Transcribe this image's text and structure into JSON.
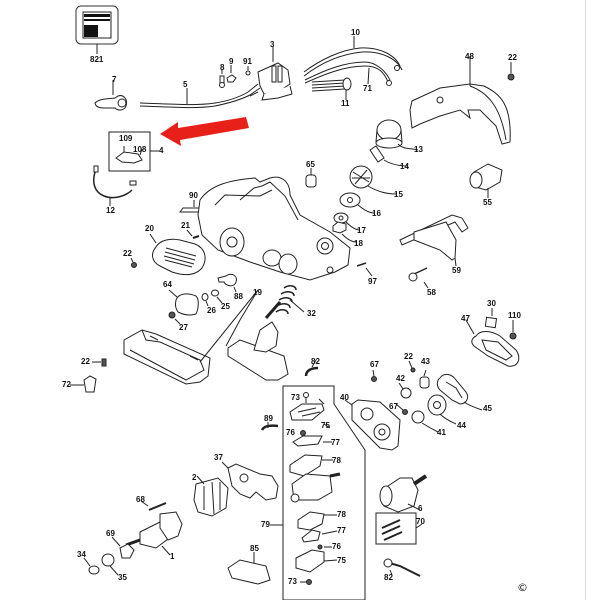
{
  "diagram": {
    "title_icon": "manual-icon",
    "copyright_symbol": "©",
    "arrow_color": "#e8201a",
    "parts": {
      "p821": "821",
      "p7": "7",
      "p5": "5",
      "p8": "8",
      "p9": "9",
      "p91": "91",
      "p3": "3",
      "p10": "10",
      "p71": "71",
      "p11": "11",
      "p22a": "22",
      "p48": "48",
      "p109": "109",
      "p108": "108",
      "p4": "4",
      "p13": "13",
      "p14": "14",
      "p65": "65",
      "p15": "15",
      "p55": "55",
      "p12": "12",
      "p90": "90",
      "p16": "16",
      "p17": "17",
      "p18": "18",
      "p20": "20",
      "p21": "21",
      "p22b": "22",
      "p59": "59",
      "p97": "97",
      "p58": "58",
      "p64": "64",
      "p88": "88",
      "p25": "25",
      "p26": "26",
      "p19": "19",
      "p27": "27",
      "p32": "32",
      "p30": "30",
      "p110": "110",
      "p47": "47",
      "p22c": "22",
      "p72": "72",
      "p82a": "82",
      "p67a": "67",
      "p22d": "22",
      "p43": "43",
      "p42": "42",
      "p40": "40",
      "p73a": "73",
      "p75a": "75",
      "p45": "45",
      "p67b": "67",
      "p44": "44",
      "p41": "41",
      "p89": "89",
      "p76a": "76",
      "p77a": "77",
      "p37": "37",
      "p2": "2",
      "p78a": "78",
      "p68": "68",
      "p6": "6",
      "p79": "79",
      "p78b": "78",
      "p70": "70",
      "p77b": "77",
      "p69": "69",
      "p1": "1",
      "p85": "85",
      "p76b": "76",
      "p75b": "75",
      "p34": "34",
      "p35": "35",
      "p73b": "73",
      "p82b": "82"
    }
  }
}
